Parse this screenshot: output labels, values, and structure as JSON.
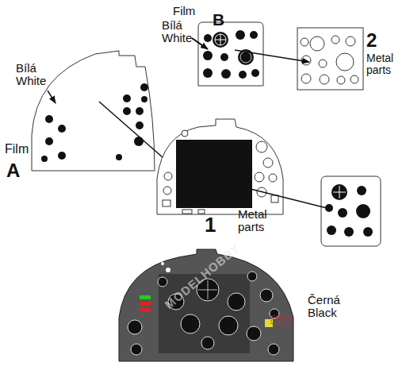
{
  "diagram": {
    "labels": [
      "Film",
      "B",
      "Bílá White",
      "2",
      "Metal parts",
      "Bílá White",
      "Film",
      "A",
      "1",
      "Metal parts",
      "Černá Black",
      "MODELHOBBY"
    ]
  }
}
